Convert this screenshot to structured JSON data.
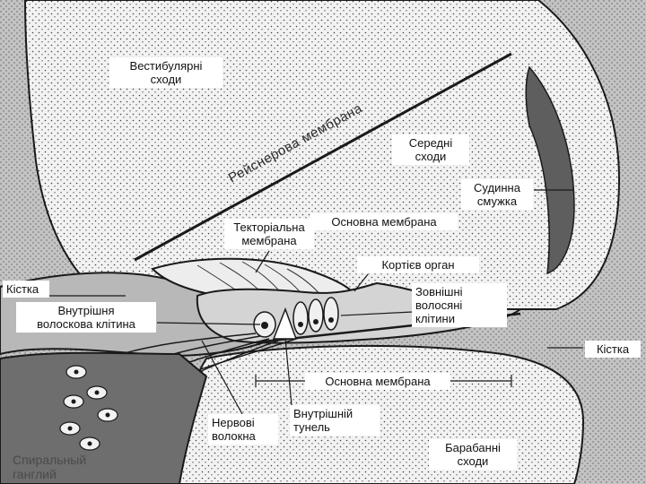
{
  "diagram": {
    "labels": {
      "vestibular": "Вестибулярні\nсходи",
      "reissner": "Рейснерова мембрана",
      "middle": "Середні\nсходи",
      "stria": "Судинна\nсмужка",
      "tectorial": "Текторіальна\nмембрана",
      "basilar_top": "Основна мембрана",
      "corti": "Кортієв орган",
      "bone_left": "Кістка",
      "inner_hair": "Внутрішня\nволоскова клітина",
      "outer_hair": "Зовнішні\nволосяні\nклітини",
      "bone_right": "Кістка",
      "basilar_bottom": "Основна мембрана",
      "nerve": "Нервові\nволокна",
      "tunnel": "Внутрішній\nтунель",
      "tympanic": "Барабанні\nсходи",
      "ganglion": "Спиральный\nганглий"
    },
    "colors": {
      "ink": "#1a1a1a",
      "fill": "#dedede",
      "bone": "#8f8f8f",
      "stria": "#5e5e5e",
      "paper": "#ffffff"
    }
  }
}
